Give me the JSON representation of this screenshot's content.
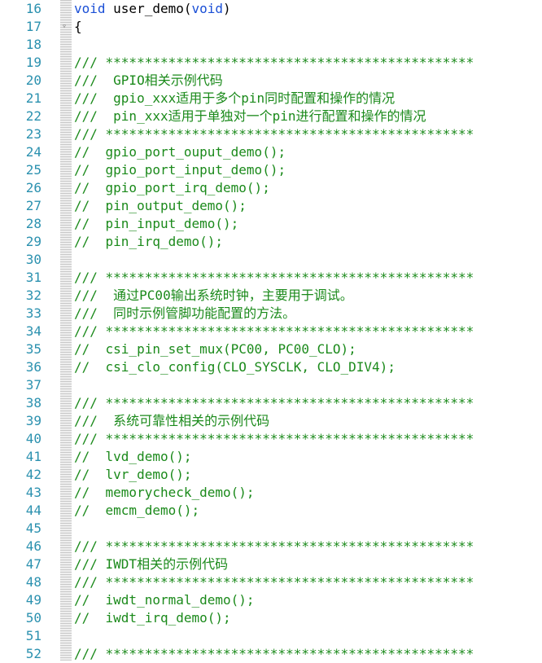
{
  "editor": {
    "lines": [
      {
        "num": "16",
        "type": "fn",
        "text_kw1": "void",
        "text_name": " user_demo(",
        "text_kw2": "void",
        "text_end": ")"
      },
      {
        "num": "17",
        "type": "plain",
        "text": "{",
        "fold": true
      },
      {
        "num": "18",
        "type": "plain",
        "text": ""
      },
      {
        "num": "19",
        "type": "comment",
        "text": "/// ***********************************************"
      },
      {
        "num": "20",
        "type": "comment",
        "text": "///  GPIO相关示例代码"
      },
      {
        "num": "21",
        "type": "comment",
        "text": "///  gpio_xxx适用于多个pin同时配置和操作的情况"
      },
      {
        "num": "22",
        "type": "comment",
        "text": "///  pin_xxx适用于单独对一个pin进行配置和操作的情况"
      },
      {
        "num": "23",
        "type": "comment",
        "text": "/// ***********************************************"
      },
      {
        "num": "24",
        "type": "comment",
        "text": "//  gpio_port_ouput_demo();"
      },
      {
        "num": "25",
        "type": "comment",
        "text": "//  gpio_port_input_demo();"
      },
      {
        "num": "26",
        "type": "comment",
        "text": "//  gpio_port_irq_demo();"
      },
      {
        "num": "27",
        "type": "comment",
        "text": "//  pin_output_demo();"
      },
      {
        "num": "28",
        "type": "comment",
        "text": "//  pin_input_demo();"
      },
      {
        "num": "29",
        "type": "comment",
        "text": "//  pin_irq_demo();"
      },
      {
        "num": "30",
        "type": "plain",
        "text": ""
      },
      {
        "num": "31",
        "type": "comment",
        "text": "/// ***********************************************"
      },
      {
        "num": "32",
        "type": "comment",
        "text": "///  通过PC00输出系统时钟，主要用于调试。"
      },
      {
        "num": "33",
        "type": "comment",
        "text": "///  同时示例管脚功能配置的方法。"
      },
      {
        "num": "34",
        "type": "comment",
        "text": "/// ***********************************************"
      },
      {
        "num": "35",
        "type": "comment",
        "text": "//  csi_pin_set_mux(PC00, PC00_CLO);"
      },
      {
        "num": "36",
        "type": "comment",
        "text": "//  csi_clo_config(CLO_SYSCLK, CLO_DIV4);"
      },
      {
        "num": "37",
        "type": "plain",
        "text": ""
      },
      {
        "num": "38",
        "type": "comment",
        "text": "/// ***********************************************"
      },
      {
        "num": "39",
        "type": "comment",
        "text": "///  系统可靠性相关的示例代码"
      },
      {
        "num": "40",
        "type": "comment",
        "text": "/// ***********************************************"
      },
      {
        "num": "41",
        "type": "comment",
        "text": "//  lvd_demo();"
      },
      {
        "num": "42",
        "type": "comment",
        "text": "//  lvr_demo();"
      },
      {
        "num": "43",
        "type": "comment",
        "text": "//  memorycheck_demo();"
      },
      {
        "num": "44",
        "type": "comment",
        "text": "//  emcm_demo();"
      },
      {
        "num": "45",
        "type": "plain",
        "text": ""
      },
      {
        "num": "46",
        "type": "comment",
        "text": "/// ***********************************************"
      },
      {
        "num": "47",
        "type": "comment",
        "text": "/// IWDT相关的示例代码"
      },
      {
        "num": "48",
        "type": "comment",
        "text": "/// ***********************************************"
      },
      {
        "num": "49",
        "type": "comment",
        "text": "//  iwdt_normal_demo();"
      },
      {
        "num": "50",
        "type": "comment",
        "text": "//  iwdt_irq_demo();"
      },
      {
        "num": "51",
        "type": "plain",
        "text": ""
      },
      {
        "num": "52",
        "type": "comment",
        "text": "/// ***********************************************"
      }
    ],
    "fold_marker_glyph": "▿",
    "colors": {
      "line_number": "#2b91af",
      "keyword": "#1a4fd6",
      "comment": "#1b8a1b",
      "text": "#000000"
    }
  }
}
